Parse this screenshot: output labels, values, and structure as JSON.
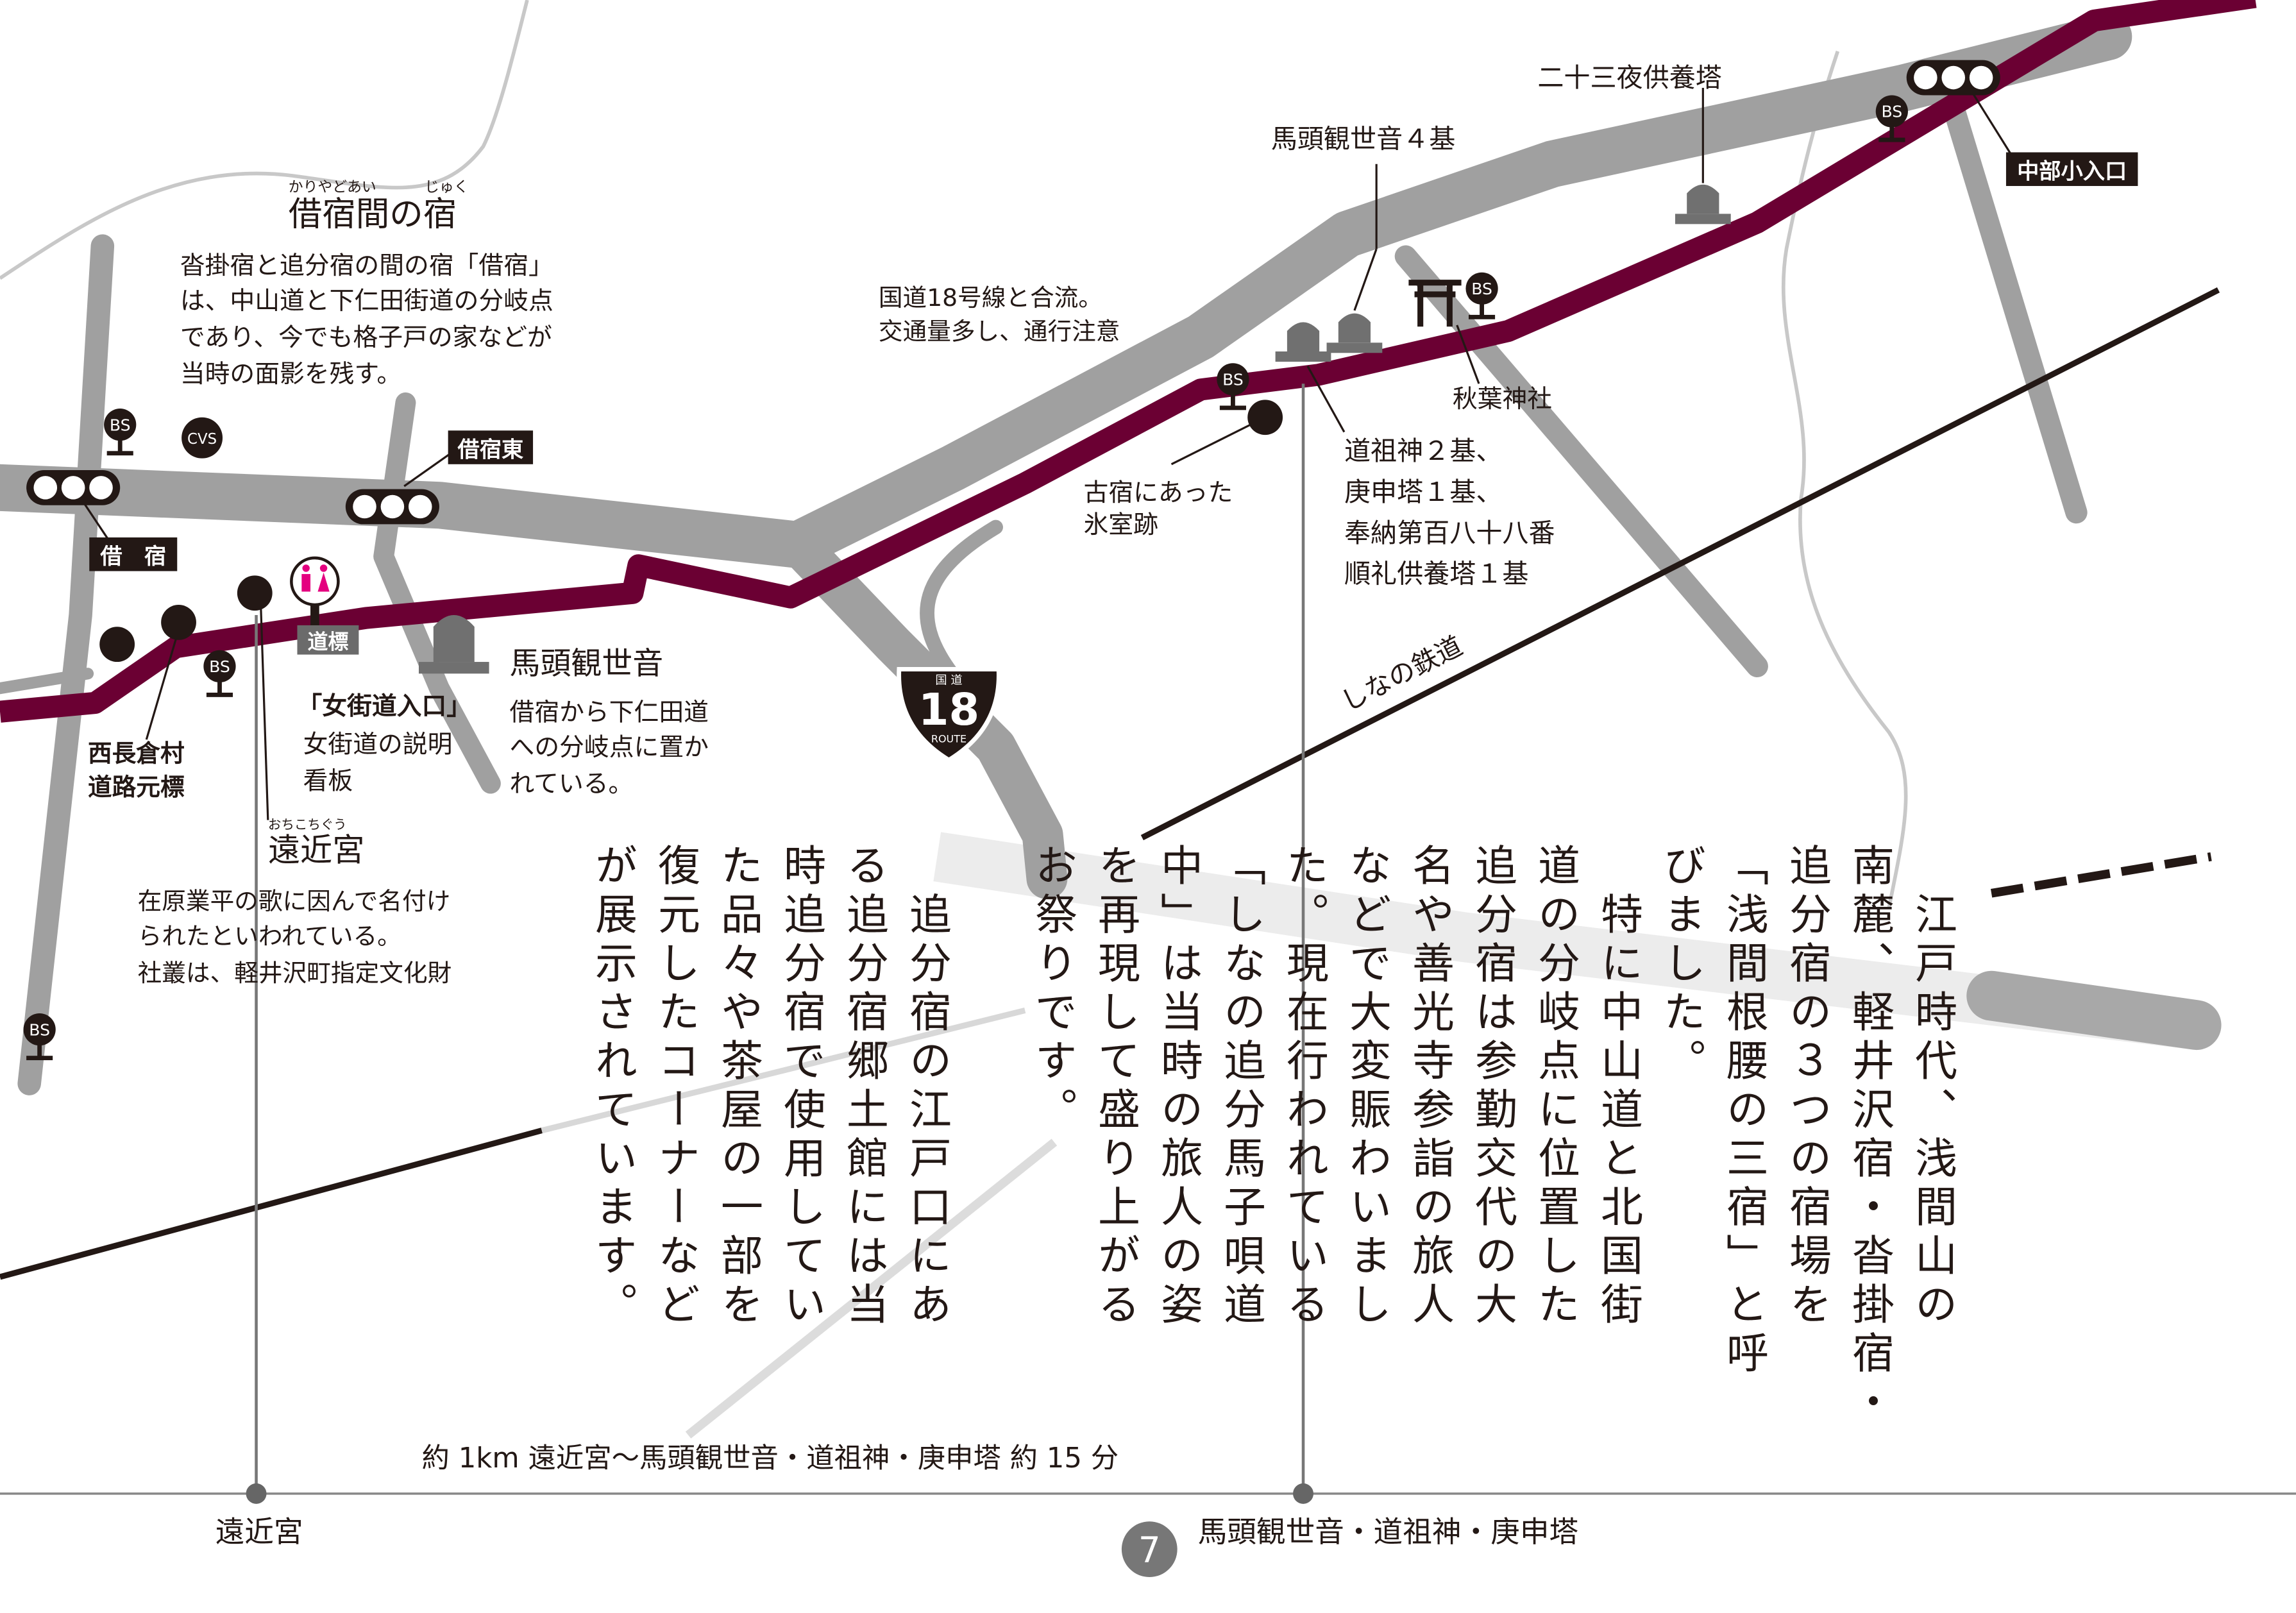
{
  "colors": {
    "route": "#6b0033",
    "road": "#a0a0a0",
    "light_road": "#e6e6e6",
    "stone": "#707070",
    "ink": "#231815"
  },
  "karuizawa": {
    "ruby1": "かりやどあい",
    "ruby2": "じゅく",
    "title": "借宿間の宿",
    "lines": [
      "沓掛宿と追分宿の間の宿「借宿」",
      "は、中山道と下仁田街道の分岐点",
      "であり、今でも格子戸の家などが",
      "当時の面影を残す。"
    ]
  },
  "labels": {
    "kariyado_higashi": "借宿東",
    "kariyado": "借　宿",
    "chubu_koiriguchi": "中部小入口",
    "dohyo": "道標",
    "bs": "BS",
    "cvs": "CVS",
    "route18_note": [
      "国道18号線と合流。",
      "交通量多し、通行注意"
    ],
    "bato4": "馬頭観世音４基",
    "nijusanya": "二十三夜供養塔",
    "akiba": "秋葉神社",
    "dosojin": [
      "道祖神２基、",
      "庚申塔１基、",
      "奉納第百八十八番",
      "順礼供養塔１基"
    ],
    "himuro": [
      "古宿にあった",
      "氷室跡"
    ],
    "bato": "馬頭観世音",
    "bato_desc": [
      "借宿から下仁田道",
      "への分岐点に置か",
      "れている。"
    ],
    "onna": [
      "「女街道入口」",
      "女街道の説明",
      "看板"
    ],
    "nishinagakura": [
      "西長倉村",
      "道路元標"
    ],
    "ochikochi_ruby": "おちこちぐう",
    "ochikochi": "遠近宮",
    "ochikochi_desc": [
      "在原業平の歌に因んで名付け",
      "られたといわれている。",
      "社叢は、軽井沢町指定文化財"
    ],
    "railway": "しなの鉄道",
    "route_shield": {
      "top": "国 道",
      "num": "18",
      "bottom": "ROUTE"
    }
  },
  "footer": {
    "distance": "約 1km 遠近宮〜馬頭観世音・道祖神・庚申塔 約 15 分",
    "start": "遠近宮",
    "end": "馬頭観世音・道祖神・庚申塔",
    "page": "7"
  },
  "body_columns": [
    "　江戸時代、浅間山の",
    "南麓、軽井沢宿・沓掛宿・",
    "追分宿の３つの宿場を",
    "「浅間根腰の三宿」と呼",
    "びました。",
    "　特に中山道と北国街",
    "道の分岐点に位置した",
    "追分宿は参勤交代の大",
    "名や善光寺参詣の旅人",
    "などで大変賑わいまし",
    "た。現在行われている",
    "「しなの追分馬子唄道",
    "中」は当時の旅人の姿",
    "を再現して盛り上がる",
    "お祭りです。",
    "",
    "　追分宿の江戸口にあ",
    "る追分宿郷土館には当",
    "時追分宿で使用してい",
    "た品々や茶屋の一部を",
    "復元したコーナーなど",
    "が展示されています。"
  ]
}
